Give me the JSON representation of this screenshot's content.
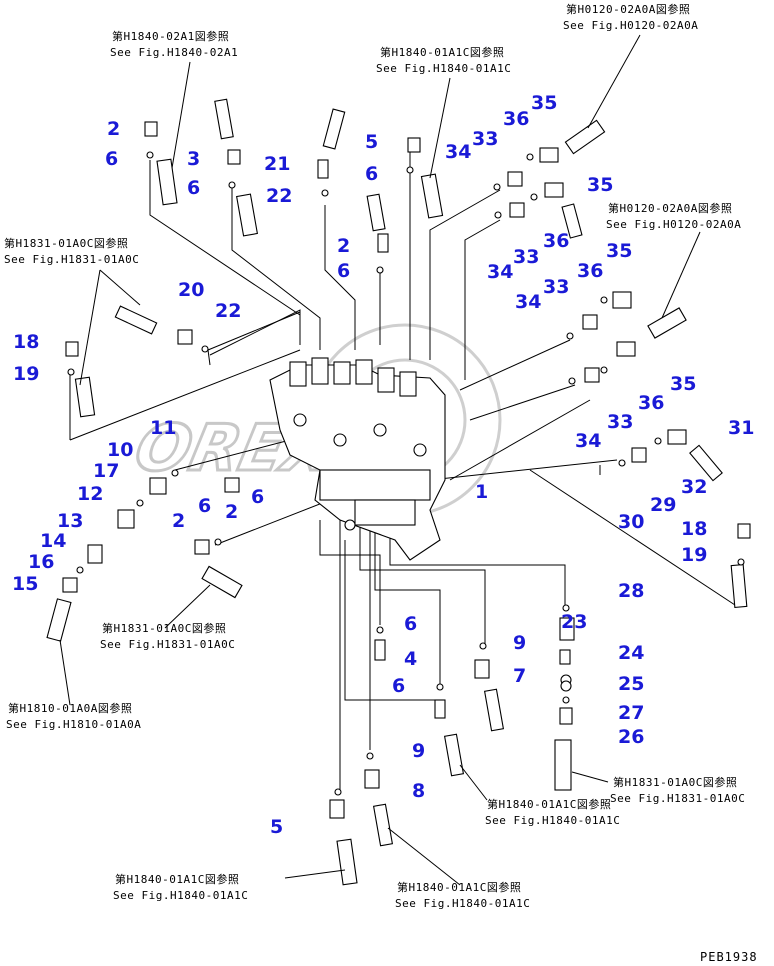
{
  "watermark": "OREX",
  "drawing_code": "PEB1938",
  "callouts": [
    "1",
    "2",
    "2",
    "2",
    "2",
    "3",
    "4",
    "5",
    "5",
    "6",
    "6",
    "6",
    "6",
    "6",
    "6",
    "6",
    "6",
    "7",
    "8",
    "9",
    "9",
    "10",
    "11",
    "12",
    "13",
    "14",
    "15",
    "16",
    "17",
    "18",
    "18",
    "19",
    "19",
    "20",
    "21",
    "22",
    "22",
    "23",
    "24",
    "25",
    "26",
    "27",
    "28",
    "29",
    "30",
    "31",
    "32",
    "33",
    "33",
    "33",
    "33",
    "34",
    "34",
    "34",
    "34",
    "35",
    "35",
    "35",
    "35",
    "36",
    "36",
    "36",
    "36"
  ],
  "references": [
    {
      "jp": "第H1840-02A1図参照",
      "en": "See Fig.H1840-02A1"
    },
    {
      "jp": "第H1840-01A1C図参照",
      "en": "See Fig.H1840-01A1C"
    },
    {
      "jp": "第H0120-02A0A図参照",
      "en": "See Fig.H0120-02A0A"
    },
    {
      "jp": "第H0120-02A0A図参照",
      "en": "See Fig.H0120-02A0A"
    },
    {
      "jp": "第H1831-01A0C図参照",
      "en": "See Fig.H1831-01A0C"
    },
    {
      "jp": "第H1831-01A0C図参照",
      "en": "See Fig.H1831-01A0C"
    },
    {
      "jp": "第H1810-01A0A図参照",
      "en": "See Fig.H1810-01A0A"
    },
    {
      "jp": "第H1831-01A0C図参照",
      "en": "See Fig.H1831-01A0C"
    },
    {
      "jp": "第H1840-01A1C図参照",
      "en": "See Fig.H1840-01A1C"
    },
    {
      "jp": "第H1840-01A1C図参照",
      "en": "See Fig.H1840-01A1C"
    },
    {
      "jp": "第H1840-01A1C図参照",
      "en": "See Fig.H1840-01A1C"
    }
  ]
}
